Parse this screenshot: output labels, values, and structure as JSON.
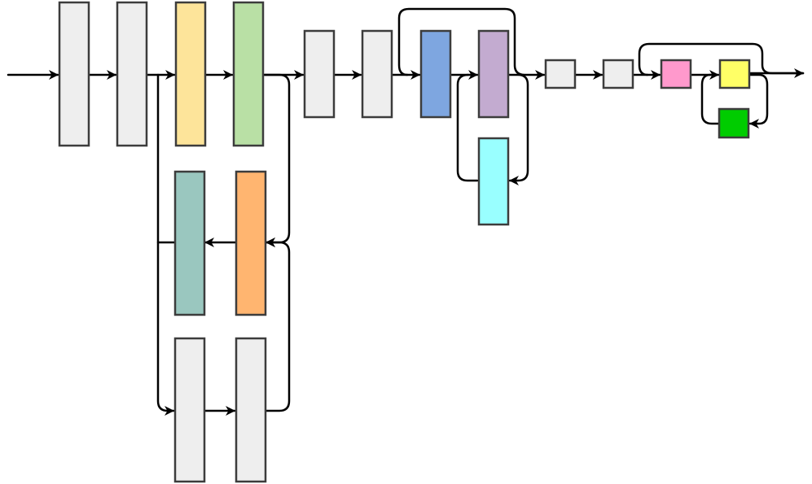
{
  "diagram": {
    "background": "#ffffff",
    "block_border_color": "#3c3c3c",
    "connector_color": "#000000",
    "blocks": [
      {
        "name": "block-gray-1",
        "fill": "#eeeeee"
      },
      {
        "name": "block-gray-2",
        "fill": "#eeeeee"
      },
      {
        "name": "block-yellow",
        "fill": "#fde49a"
      },
      {
        "name": "block-green",
        "fill": "#b9e0a5"
      },
      {
        "name": "block-teal",
        "fill": "#9ac7bf"
      },
      {
        "name": "block-orange",
        "fill": "#ffb570"
      },
      {
        "name": "block-gray-bottom-left",
        "fill": "#eeeeee"
      },
      {
        "name": "block-gray-bottom-right",
        "fill": "#eeeeee"
      },
      {
        "name": "block-gray-3",
        "fill": "#eeeeee"
      },
      {
        "name": "block-gray-4",
        "fill": "#eeeeee"
      },
      {
        "name": "block-blue",
        "fill": "#7ea6e0"
      },
      {
        "name": "block-purple",
        "fill": "#c3abd0"
      },
      {
        "name": "block-cyan",
        "fill": "#99ffff"
      },
      {
        "name": "block-gray-small-1",
        "fill": "#eeeeee"
      },
      {
        "name": "block-gray-small-2",
        "fill": "#eeeeee"
      },
      {
        "name": "block-pink",
        "fill": "#ff99cc"
      },
      {
        "name": "block-yellow-small",
        "fill": "#ffff66"
      },
      {
        "name": "block-green-small",
        "fill": "#00cc00"
      }
    ]
  }
}
